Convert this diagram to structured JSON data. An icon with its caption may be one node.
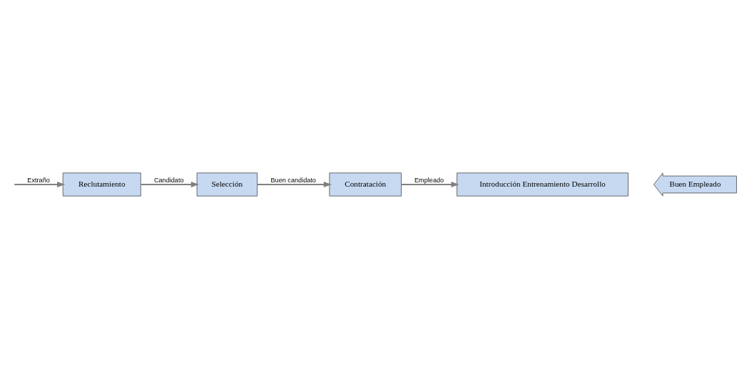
{
  "diagram": {
    "nodes": [
      {
        "text": [
          "Buen Empleado"
        ]
      },
      {
        "text": [
          "Introducción Entrenamiento Desarrollo"
        ]
      },
      {
        "text": [
          "Contratación"
        ]
      },
      {
        "text": [
          "Reclutamiento"
        ]
      },
      {
        "text": [
          "Selección"
        ]
      }
    ],
    "edges": [
      {
        "from": null,
        "to": 3,
        "arrow": "to",
        "label": "Extraño"
      },
      {
        "from": 3,
        "to": 4,
        "arrow": "to",
        "label": "Candidato"
      },
      {
        "from": 4,
        "to": 2,
        "arrow": "to",
        "label": "Buen candidato"
      },
      {
        "from": 2,
        "to": 1,
        "arrow": "to",
        "label": "Empleado"
      }
    ]
  }
}
